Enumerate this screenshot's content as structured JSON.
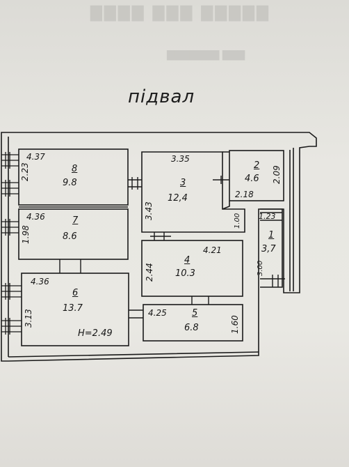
{
  "title": "підвал",
  "rooms": [
    {
      "id": "1",
      "area": "3,7",
      "dims": [
        "1.23",
        "3.00"
      ]
    },
    {
      "id": "2",
      "area": "4.6",
      "dims": [
        "2.09",
        "2.18"
      ]
    },
    {
      "id": "3",
      "area": "12,4",
      "dims": [
        "3.35",
        "3.43",
        "1.00"
      ]
    },
    {
      "id": "4",
      "area": "10.3",
      "dims": [
        "4.21",
        "2.44"
      ]
    },
    {
      "id": "5",
      "area": "6.8",
      "dims": [
        "4.25",
        "1.60"
      ]
    },
    {
      "id": "6",
      "area": "13.7",
      "dims": [
        "4.36",
        "3.13"
      ]
    },
    {
      "id": "7",
      "area": "8.6",
      "dims": [
        "4.36",
        "1.98"
      ]
    },
    {
      "id": "8",
      "area": "9.8",
      "dims": [
        "4.37",
        "2.23"
      ]
    }
  ],
  "height_note": "H=2.49",
  "colors": {
    "ink": "#1a1a1a",
    "paper": "#e6e5e0"
  }
}
